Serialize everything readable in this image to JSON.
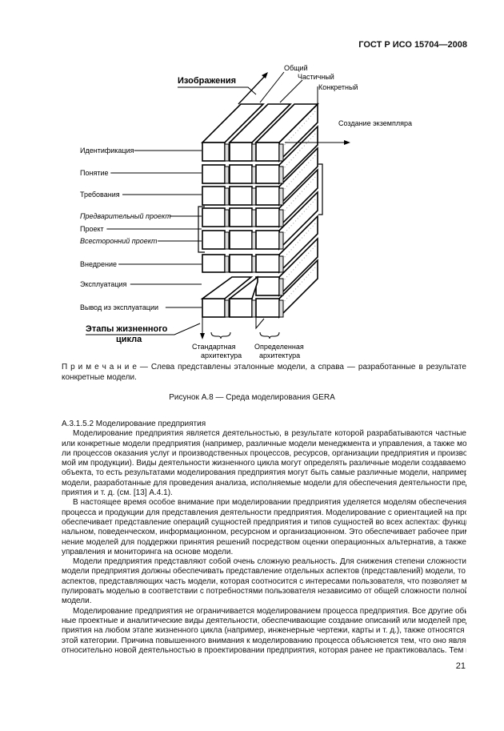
{
  "header": {
    "standard": "ГОСТ Р ИСО 15704—2008"
  },
  "figure": {
    "views_label": "Изображения",
    "genericity": [
      "Общий",
      "Частичный",
      "Конкретный"
    ],
    "instantiation_label": "Создание экземпляра",
    "lifecycle_label_line1": "Этапы жизненного",
    "lifecycle_label_line2": "цикла",
    "phases": [
      {
        "label": "Идентификация",
        "italic": false
      },
      {
        "label": "Понятие",
        "italic": false
      },
      {
        "label": "Требования",
        "italic": false
      },
      {
        "label": "Предварительный проект",
        "italic": true
      },
      {
        "label": "Проект",
        "italic": false
      },
      {
        "label": "Всесторонний проект",
        "italic": true
      },
      {
        "label": "Внедрение",
        "italic": false
      },
      {
        "label": "Эксплуатация",
        "italic": false
      },
      {
        "label": "Вывод из эксплуатации",
        "italic": false
      }
    ],
    "reference_arch": [
      "Стандартная",
      "архитектура"
    ],
    "particular_arch": [
      "Определенная",
      "архитектура"
    ]
  },
  "note": {
    "lines": [
      "П р и м е ч а н и е — Слева представлены эталонные модели, а справа — разработанные в результате",
      "конкретные модели."
    ]
  },
  "caption": "Рисунок А.8 — Среда моделирования GERA",
  "section": {
    "heading": "А.3.1.5.2 Моделирование предприятия",
    "paragraphs": [
      [
        "Моделирование предприятия является деятельностью, в результате которой разрабатываются частные",
        "или конкретные модели предприятия (например, различные модели менеджмента и управления, а также моде-",
        "ли процессов оказания услуг и производственных процессов, ресурсов, организации предприятия и производи-",
        "мой им продукции). Виды деятельности жизненного цикла могут определять различные модели создаваемого",
        "объекта, то есть результатами моделирования предприятия могут быть самые различные модели, например,",
        "модели, разработанные для проведения анализа, исполняемые модели для обеспечения деятельности пред-",
        "приятия и т. д. (см. [13] А.4.1)."
      ],
      [
        "В настоящее время особое внимание при моделировании предприятия уделяется моделям обеспечения",
        "процесса и продукции для представления деятельности предприятия. Моделирование с ориентацией на процесс",
        "обеспечивает представление операций сущностей предприятия и типов сущностей во всех аспектах: функцио-",
        "нальном, поведенческом, информационном, ресурсном и организационном. Это обеспечивает рабочее приме-",
        "нение моделей для поддержки принятия решений посредством оценки операционных альтернатив, а также",
        "управления и мониторинга на основе модели."
      ],
      [
        "Модели предприятия представляют собой очень сложную реальность. Для снижения степени сложности",
        "модели предприятия должны обеспечивать представление отдельных аспектов (представлений) модели, то есть",
        "аспектов, представляющих часть модели, которая соотносится с интересами пользователя, что позволяет мани-",
        "пулировать моделью в соответствии с потребностями пользователя независимо от общей сложности полной",
        "модели."
      ],
      [
        "Моделирование предприятия не ограничивается моделированием процесса предприятия. Все другие обыч-",
        "ные проектные и аналитические виды деятельности, обеспечивающие создание описаний или моделей пред-",
        "приятия на любом этапе жизненного цикла (например, инженерные чертежи, карты и т. д.), также относятся к",
        "этой категории. Причина повышенного внимания к моделированию процесса объясняется тем, что оно является",
        "относительно новой деятельностью в проектировании предприятия, которая ранее не практиковалась. Тем не"
      ]
    ]
  },
  "page_number": "21"
}
